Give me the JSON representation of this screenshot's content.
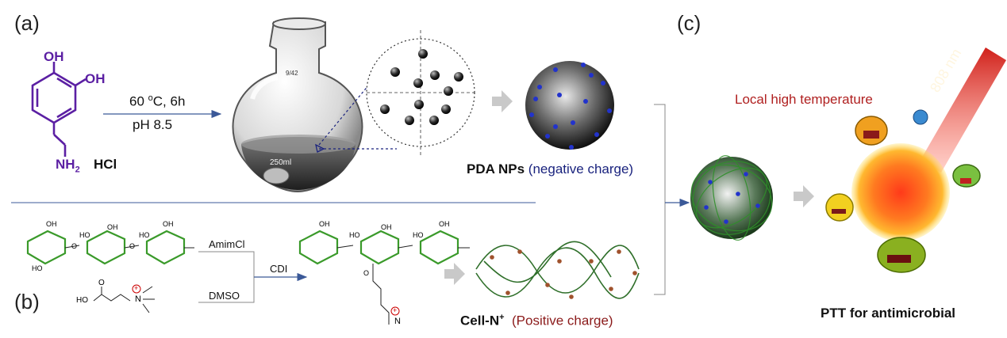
{
  "panels": {
    "a": "(a)",
    "b": "(b)",
    "c": "(c)"
  },
  "dopamine": {
    "oh1": "OH",
    "oh2": "OH",
    "nh2": "NH",
    "nh2_sub": "2",
    "hcl": "HCl"
  },
  "reaction_a": {
    "temp": "60 ",
    "deg": "o",
    "temp_rest": "C, 6h",
    "ph": "pH 8.5"
  },
  "flask": {
    "neck_label": "9/42",
    "volume_label": "250ml"
  },
  "pda": {
    "name": "PDA NPs",
    "charge": "(negative charge)"
  },
  "cellulose": {
    "reagent1": "AmimCl",
    "reagent2": "DMSO",
    "reagent3": "CDI",
    "oh": "OH",
    "ho": "HO",
    "o": "O",
    "plus": "+"
  },
  "betaine": {
    "ho": "HO",
    "o": "O",
    "n": "N",
    "plus": "+"
  },
  "cell_n": {
    "name": "Cell-N",
    "sup": "+",
    "charge": "(Positive charge)"
  },
  "panel_c": {
    "local_temp": "Local high temperature",
    "laser": "808 nm",
    "caption": "PTT for antimicrobial"
  },
  "colors": {
    "purple": "#5b1fa3",
    "green": "#3a9a2a",
    "arrow_blue": "#3b5998",
    "charge_blue": "#1a237e",
    "charge_red": "#8b1a1a",
    "laser": "#e0302a"
  }
}
